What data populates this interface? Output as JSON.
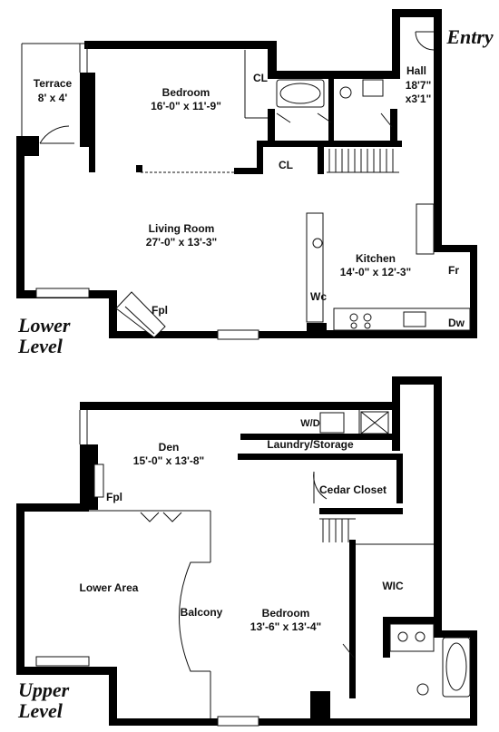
{
  "lower_level": {
    "title_line1": "Lower",
    "title_line2": "Level",
    "entry": "Entry",
    "rooms": {
      "terrace": {
        "name": "Terrace",
        "dims": "8' x 4'"
      },
      "bedroom": {
        "name": "Bedroom",
        "dims": "16'-0\" x 11'-9\""
      },
      "closet1": {
        "name": "CL"
      },
      "closet2": {
        "name": "CL"
      },
      "hall": {
        "name": "Hall",
        "dims1": "18'7\"",
        "dims2": "x3'1\""
      },
      "living": {
        "name": "Living Room",
        "dims": "27'-0\" x 13'-3\""
      },
      "kitchen": {
        "name": "Kitchen",
        "dims": "14'-0\" x 12'-3\""
      },
      "fireplace": {
        "name": "Fpl"
      },
      "wc": {
        "name": "Wc"
      },
      "fridge": {
        "name": "Fr"
      },
      "dishwasher": {
        "name": "Dw"
      }
    }
  },
  "upper_level": {
    "title_line1": "Upper",
    "title_line2": "Level",
    "rooms": {
      "wd": {
        "name": "W/D"
      },
      "den": {
        "name": "Den",
        "dims": "15'-0\" x 13'-8\""
      },
      "laundry": {
        "name": "Laundry/Storage"
      },
      "fireplace": {
        "name": "Fpl"
      },
      "cedar": {
        "name": "Cedar Closet"
      },
      "lower_area": {
        "name": "Lower Area"
      },
      "balcony": {
        "name": "Balcony"
      },
      "bedroom": {
        "name": "Bedroom",
        "dims": "13'-6\" x 13'-4\""
      },
      "wic": {
        "name": "WIC"
      }
    }
  }
}
